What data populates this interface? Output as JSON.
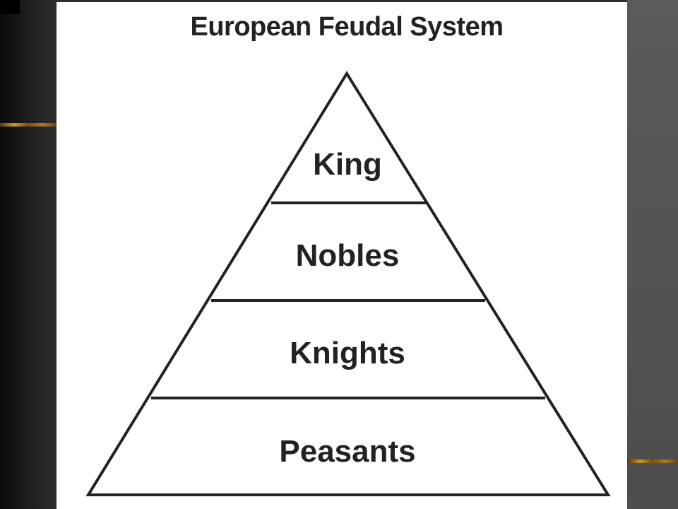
{
  "slide": {
    "title": "European Feudal System"
  },
  "pyramid": {
    "tiers": [
      {
        "label": "King"
      },
      {
        "label": "Nobles"
      },
      {
        "label": "Knights"
      },
      {
        "label": "Peasants"
      }
    ]
  },
  "colors": {
    "line": "#222222",
    "text": "#222222",
    "slide_background": "#ffffff",
    "frame_dark": "#2e2e2e",
    "frame_right": "#555555",
    "accent_gold": "#c8962a"
  }
}
